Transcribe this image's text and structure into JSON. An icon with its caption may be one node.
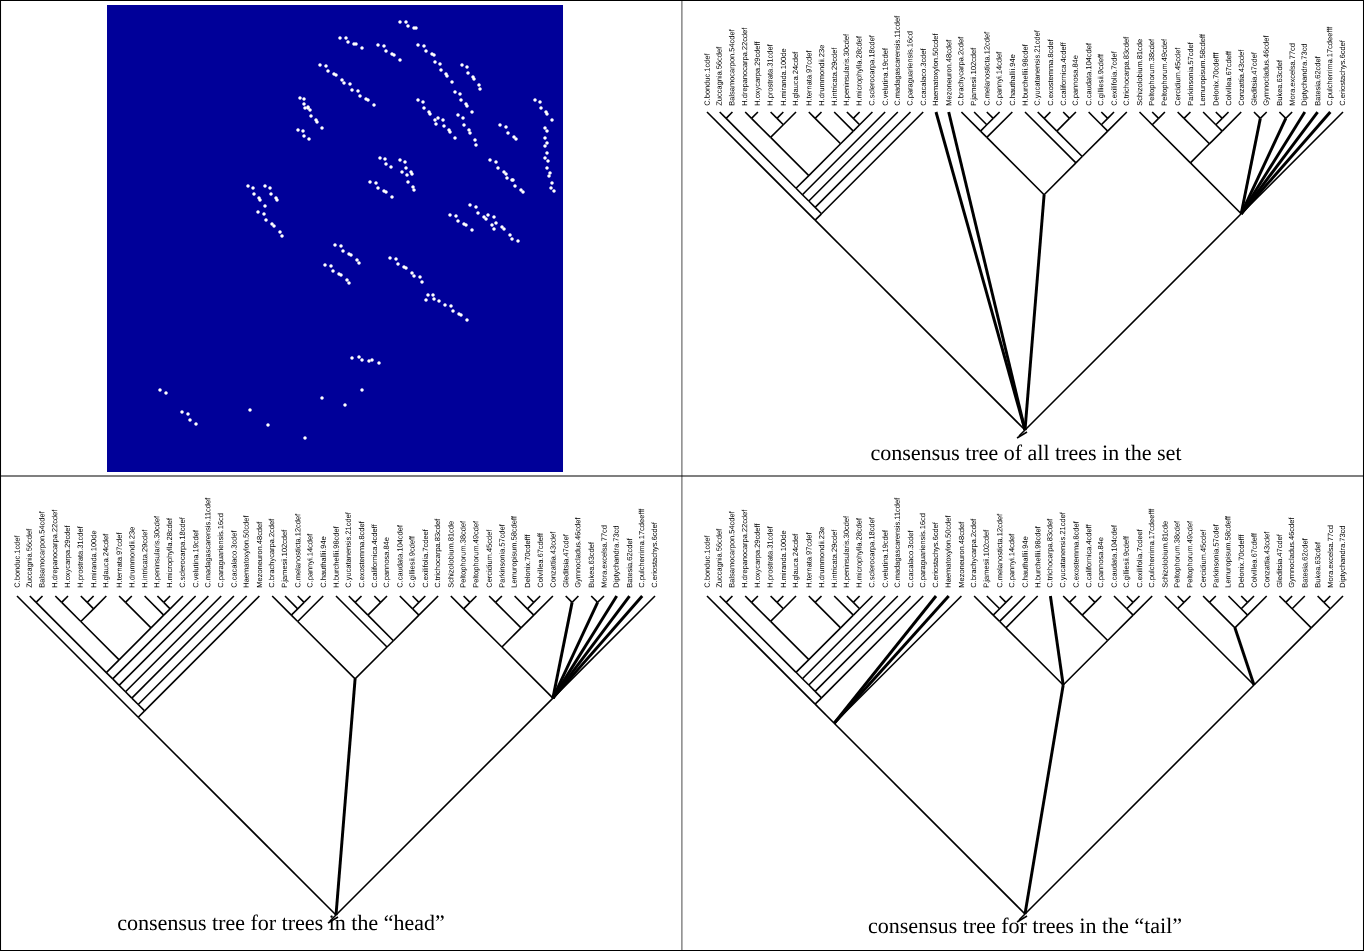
{
  "diagram": {
    "labels": [
      "C.bonduc.1cdef",
      "Zuccagnia.56cdef",
      "Balsamocarpon.54cdef",
      "H.drepanocarpa.22cdef",
      "H.oxycarpa.29cdeff",
      "H.prostrata.31cdef",
      "H.miranda.100de",
      "H.glauca.24cdef",
      "H.ternata.97cdef",
      "H.drummondii.23e",
      "H.intricata.29cdef",
      "H.peninsularis.30cdef",
      "H.microphylla.28cdef",
      "C.sclerocarpa.18cdef",
      "C.velutina.19cdef",
      "C.madagascarensis.11cdef",
      "C.paraguariensis.16cd",
      "C.cacalaco.3cdef",
      "Haematoxylon.50cdef",
      "Mezoneuron.48cdef",
      "C.brachycarpa.2cdef",
      "P.jamesii.102cdef",
      "C.melanosticta.12cdef",
      "C.pannyi.14cdef",
      "C.hauthallii.94e",
      "H.burchellii.98cdef",
      "C.yucatanensis.21cdef",
      "C.exostemma.8cdef",
      "C.californica.4cdeff",
      "C.pannosa.84e",
      "C.caudata.104cdef",
      "C.gilliesii.9cdeff",
      "C.exilifolia.7cdef",
      "C.trichocarpa.83cdef",
      "Schizolobium.81cde",
      "Peltophorum.38cdef",
      "Peltophorum.49cdef",
      "Cercidium.45cdef",
      "Parkinsonia.57cdef",
      "Lemuropisum.58cdeff",
      "Delonix.70cdefff",
      "Colvillea.67cdeff",
      "Conzattia.43cdef",
      "Gleditsia.47cdef",
      "Gymnocladus.46cdef",
      "Bukea.63cdef",
      "Mora.excelsa.77cd",
      "Diptychandra.73cd",
      "Batesia.62cdef",
      "C.pulcherrima.17cdeefff",
      "C.eriostachys.6cdef",
      "consensus tree of all trees in the set",
      "C.bonduc.1cdef",
      "Zuccagnia.56cdef",
      "Balsamocarpon.54cdef",
      "H.drepanocarpa.22cdef",
      "H.oxycarpa.29cdef",
      "H.prostrata.31cdef",
      "H.miranda.100de",
      "H.glauca.24cdef",
      "H.ternata.97cdef",
      "H.drummondii.23e",
      "H.intricata.29cdef",
      "H.peninsularis.30cdef",
      "H.microphylla.28cdef",
      "C.sclerocarpa.18cdef",
      "C.velutina.19cdef",
      "C.madagascarensis.11cdef",
      "C.paraguariensis.16cd",
      "C.cacalaco.3cdef",
      "Haematoxylon.50cdef",
      "Mezoneuron.48cdef",
      "C.brachycarpa.2cdef",
      "P.jamesii.102cdef",
      "C.melanosticta.12cdef",
      "C.pannyi.14cdef",
      "C.hauthallii.94e",
      "H.burchellii.98cdef",
      "C.yucatanensis.21cdef",
      "C.exostemma.8cdef",
      "C.californica.4cdeff",
      "C.pannosa.84e",
      "C.caudata.104cdef",
      "C.gilliesii.9cdeff",
      "C.exilifolia.7cdeef",
      "C.trichocarpa.83cdef",
      "Schizolobium.81cde",
      "Peltophorum.38cdef",
      "Peltophorum.49cdef",
      "Cercidium.45cdef",
      "Parkinsonia.57cdef",
      "Lemuropisum.58cdeff",
      "Delonix.70cdefff",
      "Colvillea.67cdeff",
      "Conzattia.43cdef",
      "Gleditsia.47cdef",
      "Gymnocladus.46cdef",
      "Bukea.63cdef",
      "Mora.excelsa.77cd",
      "Diptychandra.73cd",
      "Batesia.62cdef",
      "C.pulcherrima.17cdeefff",
      "C.eriostachys.6cdef",
      "consensus tree for trees in the “head”",
      "C.bonduc.1cdef",
      "Zuccagnia.56cdef",
      "Balsamocarpon.54cdef",
      "H.drepanocarpa.22cdef",
      "H.oxycarpa.29cdeff",
      "H.prostrata.31cdef",
      "H.miranda.100de",
      "H.glauca.24cdef",
      "H.ternata.97cdef",
      "H.drummondii.23e",
      "H.intricata.29cdef",
      "H.peninsularis.30cdef",
      "H.microphylla.28cdef",
      "C.sclerocarpa.18cdef",
      "C.velutina.19cdef",
      "C.madagascarensis.11cdef",
      "C.cacalaco.3cdef",
      "C.paraguariensis.16cd",
      "C.eriostachys.6cdef",
      "Haematoxylon.50cdef",
      "Mezoneuron.48cdef",
      "C.brachycarpa.2cdef",
      "P.jamesii.102cdef",
      "C.melanosticta.12cdef",
      "C.pannyi.14cdef",
      "C.hauthallii.94e",
      "H.burchellii.98cdef",
      "C.trichocarpa.83cdef",
      "C.yucatanensis.21cdef",
      "C.exostemma.8cdef",
      "C.californica.4cdeff",
      "C.pannosa.84e",
      "C.caudata.104cdef",
      "C.gilliesii.9cdeff",
      "C.exilifolia.7cdeef",
      "C.pulcherrima.17cdeefff",
      "Schizolobium.81cde",
      "Peltophorum.38cdef",
      "Peltophorum.49cdef",
      "Cercidium.45cdef",
      "Parkinsonia.57cdef",
      "Lemuropisum.58cdeff",
      "Delonix.70cdefff",
      "Colvillea.67cdeff",
      "Conzattia.43cdef",
      "Gleditsia.47cdef",
      "Gymnocladus.46cdef",
      "Batesia.62cdef",
      "Bukea.63cdef",
      "Mora.excelsa.77cd",
      "Diptychandra.73cd",
      "consensus tree for trees in the “tail”"
    ]
  }
}
